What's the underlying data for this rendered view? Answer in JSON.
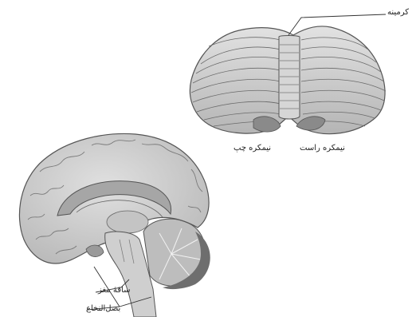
{
  "labels": {
    "vermis": "کرمینه",
    "left_hemisphere": "نیمکره چپ",
    "right_hemisphere": "نیمکره راست",
    "brain_stem": "ساقهٔ مغز",
    "medulla": "بصل‌النخاع"
  },
  "colors": {
    "tissue": "#cfcfcf",
    "tissue_dark": "#8a8a8a",
    "line": "#555555",
    "background": "#ffffff"
  }
}
